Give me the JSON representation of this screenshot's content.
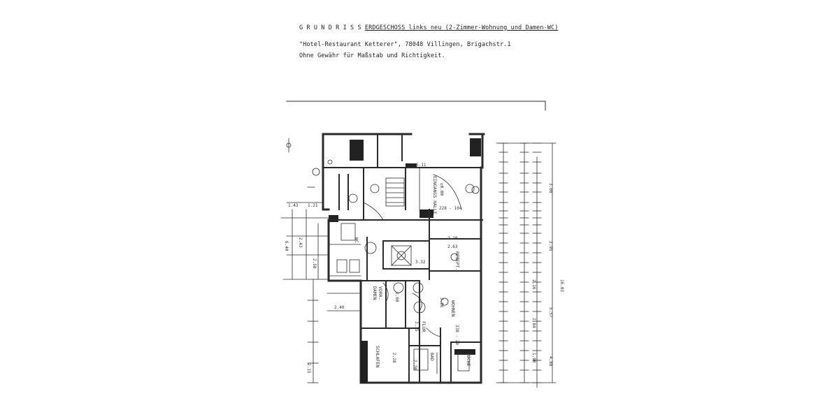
{
  "header": {
    "title_spaced": "G R U N D R I S S",
    "title_rest": "ERDGESCHOSS links neu (2-Zimmer-Wohnung und Damen-WC)",
    "address": "\"Hotel-Restaurant Ketterer\", 78048 Villingen, Brigachstr.1",
    "disclaimer": "Ohne Gewähr für Maßstab und Richtigkeit."
  },
  "rooms": {
    "eingang": "EINGANGS HALLE",
    "wc": "WC",
    "damen": "DAMEN",
    "vorr": "VORR.",
    "flur": "FLUR",
    "wohnen": "WOHNEN",
    "schlafen": "SCHLAFEN",
    "bad": "BAD",
    "kueche": "KÜCHE",
    "rezeption": "REZEPT."
  },
  "dimensions": {
    "top_511": "5.11",
    "hall_pm": "±0.00",
    "r_228": "228 - 104",
    "r_220": "2.20",
    "r_263": "2.63",
    "r_332": "3.32",
    "r_360": "3.60",
    "r_315": "3.15",
    "r_228b": "2.28",
    "r_270": "2.70",
    "w_366": "3.66",
    "w_338": "338 - 29",
    "left_243": "2.43",
    "left_250": "2.50",
    "left_240": "2.40",
    "left_640": "6.40",
    "left_215": "2.15",
    "left_143": "1.43",
    "left_121": "1.21",
    "right_360": "3.60",
    "right_395": "3.95",
    "right_557": "5.57",
    "right_1603": "16.03",
    "right_488": "4.88",
    "right_284": "2.84",
    "right_216": "2.16",
    "right_190": "1.90"
  }
}
